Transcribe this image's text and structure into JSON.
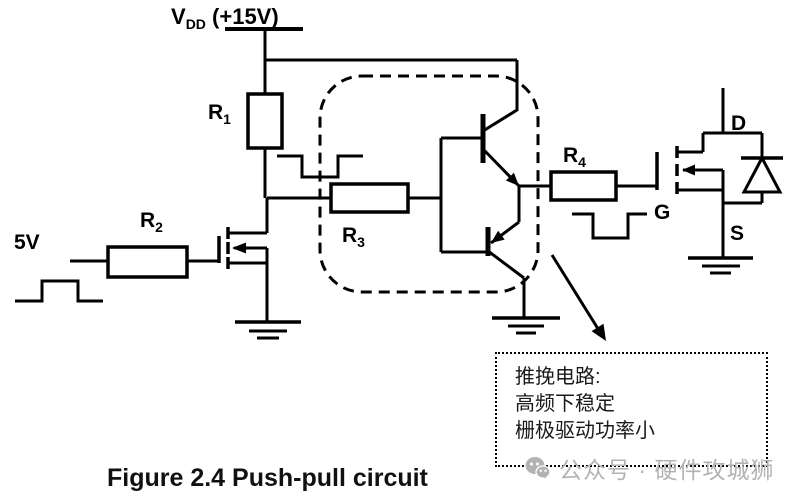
{
  "figure": {
    "caption": "Figure 2.4 Push-pull circuit"
  },
  "labels": {
    "vdd": {
      "base": "V",
      "sub": "DD",
      "rest": " (+15V)"
    },
    "r1": {
      "base": "R",
      "sub": "1"
    },
    "r2": {
      "base": "R",
      "sub": "2"
    },
    "r3": {
      "base": "R",
      "sub": "3"
    },
    "r4": {
      "base": "R",
      "sub": "4"
    },
    "input_voltage": "5V",
    "gate": "G",
    "drain": "D",
    "source": "S"
  },
  "annotation": {
    "lines": {
      "0": "推挽电路:",
      "1": "高频下稳定",
      "2": "栅极驱动功率小"
    }
  },
  "watermark": {
    "icon": "wechat-official-account-icon",
    "text": "公众号 · 硬件攻城狮",
    "color": "#b3b3b3"
  },
  "colors": {
    "line": "#000000",
    "background": "#ffffff",
    "annotation_text": "#1a1a1a"
  }
}
